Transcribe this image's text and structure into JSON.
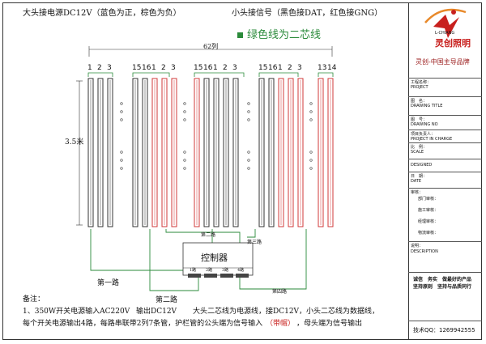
{
  "header": {
    "big_head_power": "大头接电源DC12V（蓝色为正，棕色为负）",
    "small_head_signal": "小头接信号（黑色接DAT，红色接GNG）",
    "green_note": "绿色线为二芯线",
    "columns_label": "62列",
    "height_label": "3.5米"
  },
  "tube_numbers": {
    "g1": [
      "1",
      "2",
      "3"
    ],
    "g2": [
      "15",
      "16",
      "1",
      "2",
      "3"
    ],
    "g3": [
      "15",
      "16",
      "1",
      "2",
      "3"
    ],
    "g4": [
      "15",
      "16",
      "1",
      "2",
      "3"
    ],
    "g5": [
      "13",
      "14"
    ]
  },
  "controller": {
    "label": "控制器",
    "ports": [
      "1路",
      "2路",
      "3路",
      "4路"
    ]
  },
  "routes": {
    "route1": "第一路",
    "route2": "第二路",
    "route2_top": "第二路",
    "route3": "第三路",
    "route4": "第四路"
  },
  "notes": {
    "title": "备注：",
    "line1_a": "1、350W开关电源输入AC220V",
    "line1_b": "输出DC12V",
    "line1_c": "大头二芯线为电源线，接DC12V，小头二芯线为数据线，",
    "line2_a": "每个开关电源输出4路，每路串联带2列7条管，护栏管的公头端为信号输入",
    "line2_b": "（带帽）",
    "line2_c": "，母头端为信号输出"
  },
  "title_block": {
    "logo_en": "L-CHIANG",
    "logo_cn": "灵创照明",
    "slogan": "灵创-中国主导品牌",
    "rows": [
      {
        "cn": "工程名称：",
        "en": "PROJECT"
      },
      {
        "cn": "图　名：",
        "en": "DRAWING TITLE"
      },
      {
        "cn": "图　号：",
        "en": "DRAWING NO"
      },
      {
        "cn": "项目负责人：",
        "en": "PROJECT IN CHARGE"
      },
      {
        "cn": "比　例：",
        "en": "SCALE"
      },
      {
        "cn": "",
        "en": "DESIGNED"
      },
      {
        "cn": "日　期：",
        "en": "DATE"
      }
    ],
    "review_label": "审核：",
    "reviewers": [
      "部门审核：",
      "施工审核：",
      "经理审核：",
      "物流审核："
    ],
    "remarks_cn": "说明：",
    "remarks_en": "DESCRIPTION",
    "motto1": "诚信　务实　做最好的产品",
    "motto2": "坚持原则　坚持与品质同行",
    "tech_label": "技术QQ：",
    "tech_qq": "1269942555"
  },
  "colors": {
    "tube_black": "#333333",
    "tube_red": "#d23a3a",
    "wire_green": "#3a9a4a",
    "logo_red": "#c8201e",
    "logo_ring": "#e8892a",
    "route_label": "#9a1a1a"
  }
}
